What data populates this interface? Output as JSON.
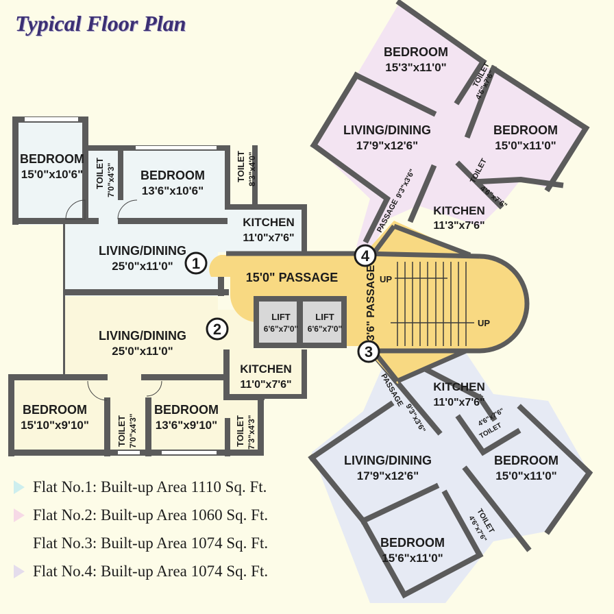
{
  "title": "Typical Floor Plan",
  "colors": {
    "background": "#fdfce8",
    "flat1": "#eef5f6",
    "flat2": "#fbf7dc",
    "flat3": "#e6eaf4",
    "flat4": "#f3e4f2",
    "common_area": "#f8d982",
    "lift": "#d8d8d8",
    "wall": "#5b5b5b",
    "title": "#3b2f73"
  },
  "flats": {
    "flat1": {
      "number": "1",
      "rooms": {
        "bedroom_a": {
          "name": "BEDROOM",
          "size": "15'0\"x10'6\""
        },
        "toilet_a": {
          "name": "TOILET",
          "size": "7'0\"x4'3\""
        },
        "bedroom_b": {
          "name": "BEDROOM",
          "size": "13'6\"x10'6\""
        },
        "toilet_b": {
          "name": "TOILET",
          "size": "8'3\"x4'0\""
        },
        "kitchen": {
          "name": "KITCHEN",
          "size": "11'0\"x7'6\""
        },
        "living": {
          "name": "LIVING/DINING",
          "size": "25'0\"x11'0\""
        }
      }
    },
    "flat2": {
      "number": "2",
      "rooms": {
        "living": {
          "name": "LIVING/DINING",
          "size": "25'0\"x11'0\""
        },
        "kitchen": {
          "name": "KITCHEN",
          "size": "11'0\"x7'6\""
        },
        "bedroom_a": {
          "name": "BEDROOM",
          "size": "15'10\"x9'10\""
        },
        "toilet_a": {
          "name": "TOILET",
          "size": "7'0\"x4'3\""
        },
        "bedroom_b": {
          "name": "BEDROOM",
          "size": "13'6\"x9'10\""
        },
        "toilet_b": {
          "name": "TOILET",
          "size": "7'3\"x4'3\""
        }
      }
    },
    "flat3": {
      "number": "3",
      "rooms": {
        "kitchen": {
          "name": "KITCHEN",
          "size": "11'0\"x7'6\""
        },
        "passage": {
          "name": "PASSAGE",
          "size": "9'3\"x3'6\""
        },
        "toilet_a": {
          "name": "TOILET",
          "size": "4'6\"x7'6\""
        },
        "living": {
          "name": "LIVING/DINING",
          "size": "17'9\"x12'6\""
        },
        "bedroom_a": {
          "name": "BEDROOM",
          "size": "15'0\"x11'0\""
        },
        "toilet_b": {
          "name": "TOILET",
          "size": "4'6\"x7'6\""
        },
        "bedroom_b": {
          "name": "BEDROOM",
          "size": "15'6\"x11'0\""
        }
      }
    },
    "flat4": {
      "number": "4",
      "rooms": {
        "bedroom_a": {
          "name": "BEDROOM",
          "size": "15'3\"x11'0\""
        },
        "toilet_a": {
          "name": "TOILET",
          "size": "4'6\"x7'6\""
        },
        "living": {
          "name": "LIVING/DINING",
          "size": "17'9\"x12'6\""
        },
        "bedroom_b": {
          "name": "BEDROOM",
          "size": "15'0\"x11'0\""
        },
        "toilet_b": {
          "name": "TOILET",
          "size": "4'6\"x7'6\""
        },
        "passage": {
          "name": "PASSAGE",
          "size": "9'3\"x3'6\""
        },
        "kitchen": {
          "name": "KITCHEN",
          "size": "11'3\"x7'6\""
        }
      }
    }
  },
  "common": {
    "main_passage": "15'0\" PASSAGE",
    "side_passage": "3'6\" PASSAGE",
    "lift1": {
      "name": "LIFT",
      "size": "6'6\"x7'0\""
    },
    "lift2": {
      "name": "LIFT",
      "size": "6'6\"x7'0\""
    },
    "stair_up_1": "UP",
    "stair_up_2": "UP"
  },
  "legend": [
    {
      "text": "Flat No.1: Built-up Area 1110 Sq. Ft.",
      "marker_color": "#cdeeee"
    },
    {
      "text": "Flat No.2: Built-up Area 1060 Sq. Ft.",
      "marker_color": "#f6d9e6"
    },
    {
      "text": "Flat No.3: Built-up Area 1074 Sq. Ft.",
      "marker_color": "#fdfce8"
    },
    {
      "text": "Flat No.4: Built-up Area 1074 Sq. Ft.",
      "marker_color": "#e4dcec"
    }
  ]
}
